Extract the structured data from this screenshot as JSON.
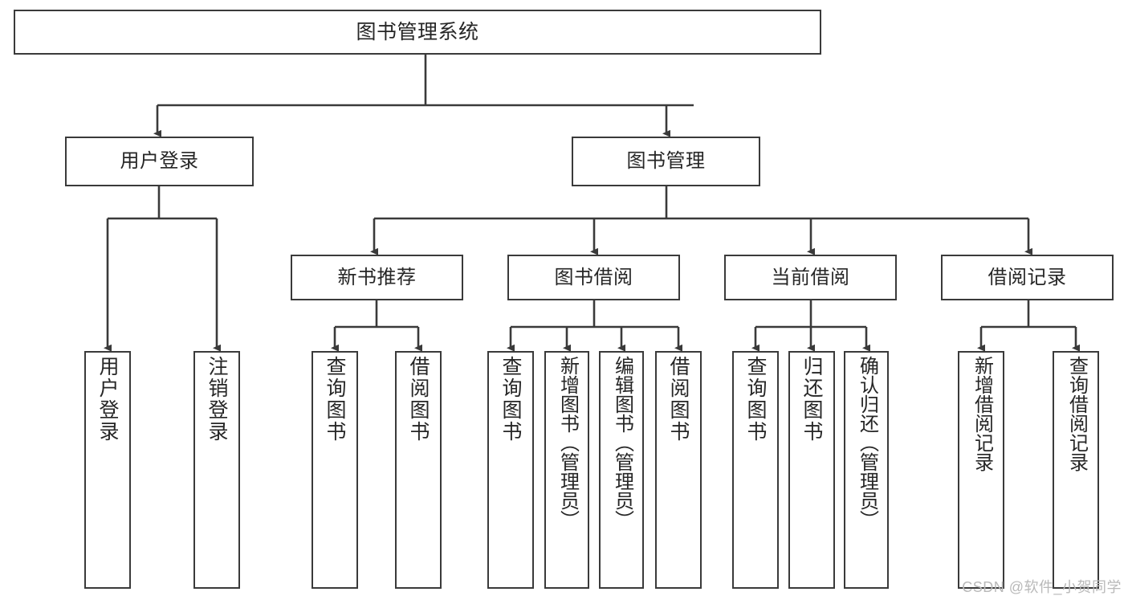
{
  "diagram": {
    "type": "hierarchy-tree",
    "title": "图书管理系统",
    "root": {
      "id": "root",
      "label": "图书管理系统"
    },
    "level2": [
      {
        "id": "user-login",
        "label": "用户登录"
      },
      {
        "id": "book-management",
        "label": "图书管理"
      }
    ],
    "level3": [
      {
        "id": "new-book-recommend",
        "label": "新书推荐",
        "parent": "book-management"
      },
      {
        "id": "book-borrow",
        "label": "图书借阅",
        "parent": "book-management"
      },
      {
        "id": "current-borrow",
        "label": "当前借阅",
        "parent": "book-management"
      },
      {
        "id": "borrow-record",
        "label": "借阅记录",
        "parent": "book-management"
      }
    ],
    "leaves": {
      "user_login": [
        {
          "id": "leaf-user-login",
          "label": "用户登录"
        },
        {
          "id": "leaf-user-logout",
          "label": "注销登录"
        }
      ],
      "new_book_recommend": [
        {
          "id": "leaf-query-book-1",
          "label": "查询图书"
        },
        {
          "id": "leaf-borrow-book-1",
          "label": "借阅图书"
        }
      ],
      "book_borrow": [
        {
          "id": "leaf-query-book-2",
          "label": "查询图书"
        },
        {
          "id": "leaf-add-book",
          "label": "新增图书（管理员）"
        },
        {
          "id": "leaf-edit-book",
          "label": "编辑图书（管理员）"
        },
        {
          "id": "leaf-borrow-book-2",
          "label": "借阅图书"
        }
      ],
      "current_borrow": [
        {
          "id": "leaf-query-book-3",
          "label": "查询图书"
        },
        {
          "id": "leaf-return-book",
          "label": "归还图书"
        },
        {
          "id": "leaf-confirm-return",
          "label": "确认归还（管理员）"
        }
      ],
      "borrow_record": [
        {
          "id": "leaf-add-record",
          "label": "新增借阅记录"
        },
        {
          "id": "leaf-query-record",
          "label": "查询借阅记录"
        }
      ]
    }
  },
  "colors": {
    "stroke": "#3a3a3a",
    "text": "#262626",
    "background": "#ffffff",
    "watermark": "#b9b9b9"
  },
  "watermark": {
    "text": "CSDN @软件_小贺同学"
  }
}
